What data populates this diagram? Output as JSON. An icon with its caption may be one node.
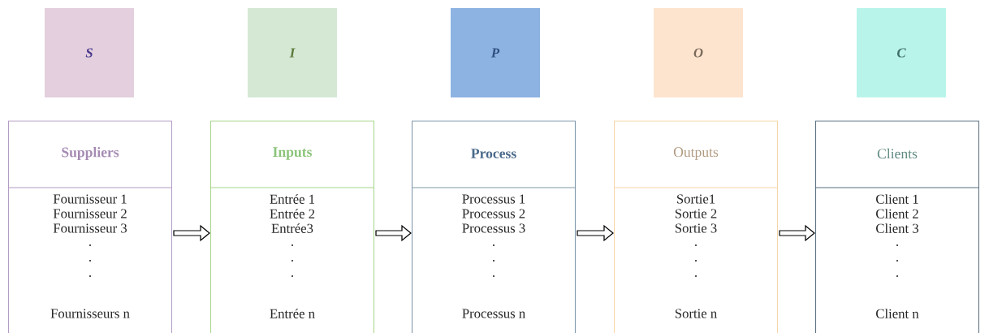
{
  "diagram": {
    "nodes": [
      {
        "text": [
          "S"
        ]
      },
      {
        "text": [
          "I"
        ]
      },
      {
        "text": [
          "P"
        ]
      },
      {
        "text": [
          "O"
        ]
      },
      {
        "text": [
          "C"
        ]
      },
      {
        "text": [
          "Suppliers",
          "Fournisseur 1",
          "Fournisseur 2",
          "Fournisseur 3",
          ".",
          ".",
          ".",
          "Fournisseurs n"
        ]
      },
      {
        "text": [
          "Inputs",
          "Entrée 1",
          "Entrée 2",
          "Entrée3",
          ".",
          ".",
          ".",
          "Entrée n"
        ]
      },
      {
        "text": [
          "Process",
          "Processus 1",
          "Processus 2",
          "Processus 3",
          ".",
          ".",
          ".",
          "Processus n"
        ]
      },
      {
        "text": [
          "Outputs",
          "Sortie1",
          "Sortie 2",
          "Sortie 3",
          ".",
          ".",
          ".",
          "Sortie n"
        ]
      },
      {
        "text": [
          "Clients",
          "Client 1",
          "Client 2",
          "Client 3",
          ".",
          ".",
          ".",
          "Client n"
        ]
      }
    ],
    "edges": [
      {
        "from": 5,
        "to": 6,
        "arrow": "to"
      },
      {
        "from": 6,
        "to": 7,
        "arrow": "to"
      },
      {
        "from": 7,
        "to": 8,
        "arrow": "to"
      },
      {
        "from": 8,
        "to": 9,
        "arrow": "to"
      }
    ]
  }
}
